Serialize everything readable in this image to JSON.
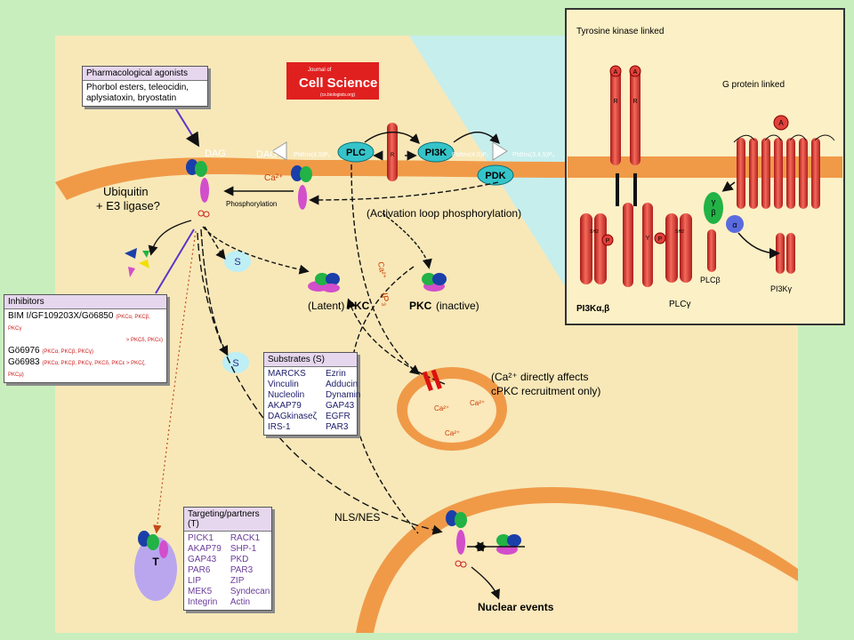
{
  "journal": {
    "line1": "Journal of",
    "line2": "Cell Science",
    "url": "(cs.biologists.org)"
  },
  "pharm": {
    "title": "Pharmacological agonists",
    "lines": [
      "Phorbol esters, teleocidin,",
      "aplysiatoxin, bryostatin"
    ]
  },
  "inhibitors": {
    "title": "Inhibitors",
    "lines": [
      {
        "text": "BIM I/GF109203X/Gö6850",
        "red": "(PKCα, PKCβ, PKCγ",
        "red2": "> PKCδ, PKCε)"
      },
      {
        "text": "Gö6976",
        "red": "(PKCα, PKCβ, PKCγ)",
        "red2": ""
      },
      {
        "text": "Gö6983",
        "red": "(PKCα, PKCβ, PKCγ, PKCδ, PKCε > PKCζ, PKCμ)",
        "red2": ""
      }
    ]
  },
  "substrates": {
    "title": "Substrates (S)",
    "col1": [
      "MARCKS",
      "Vinculin",
      "Nucleolin",
      "AKAP79",
      "DAGkinaseζ",
      "IRS-1"
    ],
    "col2": [
      "Ezrin",
      "Adducin",
      "Dynamin",
      "GAP43",
      "EGFR",
      "PAR3"
    ]
  },
  "targeting": {
    "title": "Targeting/partners (T)",
    "col1": [
      "PICK1",
      "AKAP79",
      "GAP43",
      "PAR6",
      "LIP",
      "MEK5",
      "Integrin"
    ],
    "col2": [
      "RACK1",
      "SHP-1",
      "PKD",
      "PAR3",
      "ZIP",
      "Syndecan",
      "Actin"
    ]
  },
  "labels": {
    "dag1": "DAG",
    "dag2": "DAG",
    "ptdins45": "PtdIns(4,5)P₂",
    "ptdins45b": "PtdIns(4,5)P₂",
    "ptdins345": "PtdIns(3,4,5)P₃",
    "plc": "PLC",
    "pi3k": "PI3K",
    "pdk": "PDK",
    "ca": "Ca²⁺",
    "ubiquitin": "Ubiquitin",
    "e3": "+ E3 ligase?",
    "phosphorylation": "Phosphorylation",
    "activation": "(Activation loop phosphorylation)",
    "latent": "(Latent)",
    "pkc": "PKC",
    "pkc2": "PKC",
    "inactive": "(inactive)",
    "ip3": "IP₃",
    "s": "S",
    "t": "T",
    "ca_note1": "(Ca²⁺ directly affects",
    "ca_note2": "cPKC recruitment only)",
    "nls": "NLS/NES",
    "or": "or",
    "nuclear": "Nuclear events"
  },
  "inset": {
    "tyr": "Tyrosine kinase linked",
    "gprot": "G protein linked",
    "a": "A",
    "r": "R",
    "p": "P",
    "y": "Y",
    "sh2": "SH2",
    "gamma": "γ",
    "beta": "β",
    "alpha": "α",
    "pi3kab": "PI3Kα,β",
    "plcg": "PLCγ",
    "plcb": "PLCβ",
    "pi3kg": "PI3Kγ"
  },
  "colors": {
    "background": "#c9eebd",
    "cell": "#f8e8b8",
    "membrane": "#f09a48",
    "receptor": "#e0413a",
    "highlight": "#bdeff5"
  }
}
